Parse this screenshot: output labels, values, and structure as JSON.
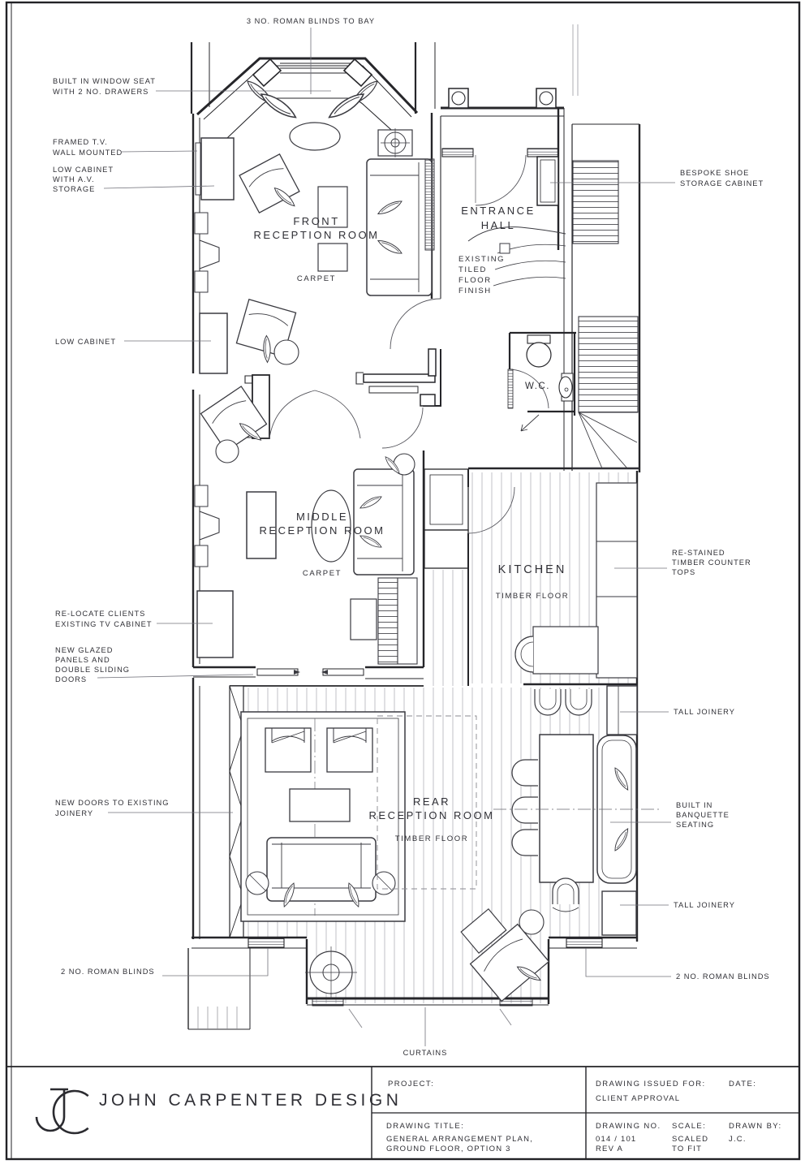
{
  "page": {
    "ink": "#2b2b30",
    "paper": "#ffffff",
    "leader_color": "#71717a"
  },
  "plan": {
    "rooms": {
      "front_reception": {
        "name_lines": [
          "FRONT",
          "RECEPTION ROOM"
        ],
        "floor": "CARPET"
      },
      "entrance_hall": {
        "name_lines": [
          "ENTRANCE",
          "HALL"
        ],
        "floor_note_lines": [
          "EXISTING",
          "TILED",
          "FLOOR",
          "FINISH"
        ]
      },
      "wc": {
        "name": "W.C."
      },
      "middle_reception": {
        "name_lines": [
          "MIDDLE",
          "RECEPTION ROOM"
        ],
        "floor": "CARPET"
      },
      "kitchen": {
        "name": "KITCHEN",
        "floor": "TIMBER FLOOR"
      },
      "rear_reception": {
        "name_lines": [
          "REAR",
          "RECEPTION ROOM"
        ],
        "floor": "TIMBER FLOOR"
      }
    },
    "annotations": {
      "roman_blinds_bay": "3 NO. ROMAN BLINDS TO BAY",
      "window_seat_lines": [
        "BUILT IN WINDOW SEAT",
        "WITH 2 NO. DRAWERS"
      ],
      "framed_tv_lines": [
        "FRAMED T.V.",
        "WALL MOUNTED"
      ],
      "low_cabinet_av_lines": [
        "LOW CABINET",
        "WITH A.V.",
        "STORAGE"
      ],
      "low_cabinet": "LOW CABINET",
      "relocate_tv_lines": [
        "RE-LOCATE CLIENTS",
        "EXISTING TV CABINET"
      ],
      "new_glazed_lines": [
        "NEW GLAZED",
        "PANELS AND",
        "DOUBLE SLIDING",
        "DOORS"
      ],
      "new_doors_lines": [
        "NEW DOORS TO EXISTING",
        "JOINERY"
      ],
      "roman_blinds_left": "2 NO. ROMAN BLINDS",
      "bespoke_shoe_lines": [
        "BESPOKE SHOE",
        "STORAGE CABINET"
      ],
      "counter_tops_lines": [
        "RE-STAINED",
        "TIMBER  COUNTER",
        "TOPS"
      ],
      "tall_joinery_top": "TALL JOINERY",
      "banquette_lines": [
        "BUILT IN",
        "BANQUETTE",
        "SEATING"
      ],
      "tall_joinery_bottom": "TALL JOINERY",
      "roman_blinds_right": "2 NO. ROMAN BLINDS",
      "curtains": "CURTAINS"
    }
  },
  "title_block": {
    "company": "JOHN CARPENTER DESIGN",
    "project_label": "PROJECT:",
    "issued_label": "DRAWING ISSUED FOR:",
    "issued_value": "CLIENT APPROVAL",
    "date_label": "DATE:",
    "title_label": "DRAWING TITLE:",
    "title_lines": [
      "GENERAL ARRANGEMENT PLAN,",
      "GROUND FLOOR, OPTION 3"
    ],
    "number_label": "DRAWING NO.",
    "number_lines": [
      "014 / 101",
      "REV A"
    ],
    "scale_label": "SCALE:",
    "scale_lines": [
      "SCALED",
      "TO FIT"
    ],
    "drawnby_label": "DRAWN BY:",
    "drawnby_value": "J.C."
  }
}
